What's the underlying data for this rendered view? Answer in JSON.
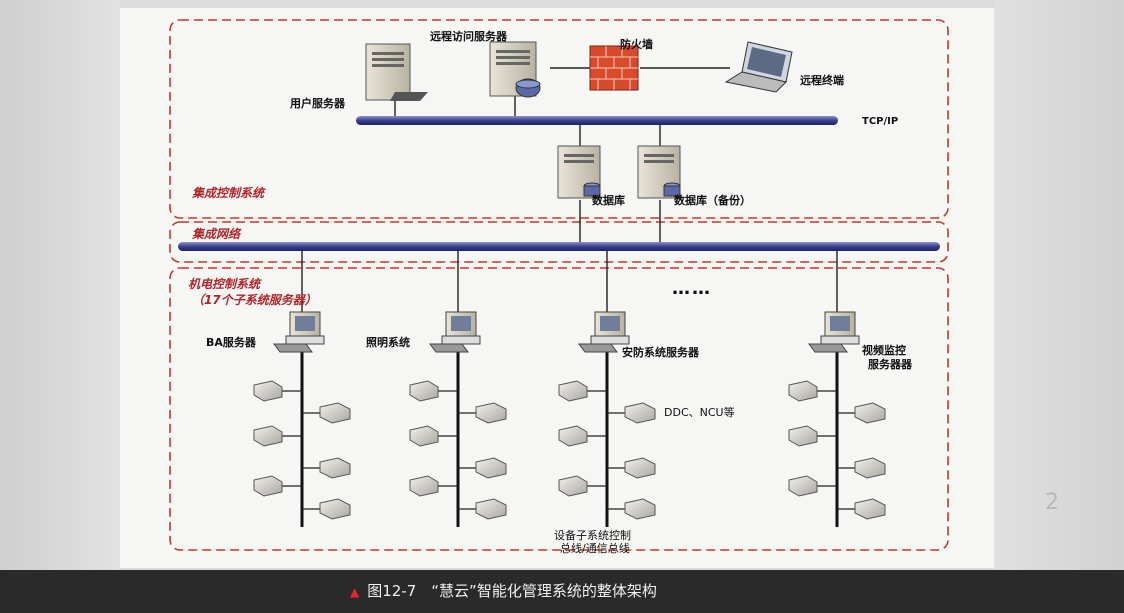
{
  "caption": {
    "text": "图12-7　“慧云”智能化管理系统的整体架构"
  },
  "sections": {
    "integrated_control": "集成控制系统",
    "integrated_network": "集成网络",
    "mep_control": "机电控制系统",
    "mep_control_sub": "（17个子系统服务器）"
  },
  "nodes": {
    "remote_access_server": "远程访问服务器",
    "firewall": "防火墙",
    "remote_terminal": "远程终端",
    "user_server": "用户服务器",
    "tcpip": "TCP/IP",
    "database": "数据库",
    "database_backup": "数据库（备份）",
    "ba_server": "BA服务器",
    "lighting": "照明系统",
    "security_server": "安防系统服务器",
    "video_server_line1": "视频监控",
    "video_server_line2": "服务器器",
    "ddc": "DDC、NCU等",
    "ellipsis": "……",
    "bus_line1": "设备子系统控制",
    "bus_line2": "总线/通信总线"
  },
  "colors": {
    "dashed_border": "#c0392b",
    "bus": "#3a3f8f",
    "caption_bg": "#2a2a2a"
  },
  "background_text": {
    "right_digit": "2"
  }
}
